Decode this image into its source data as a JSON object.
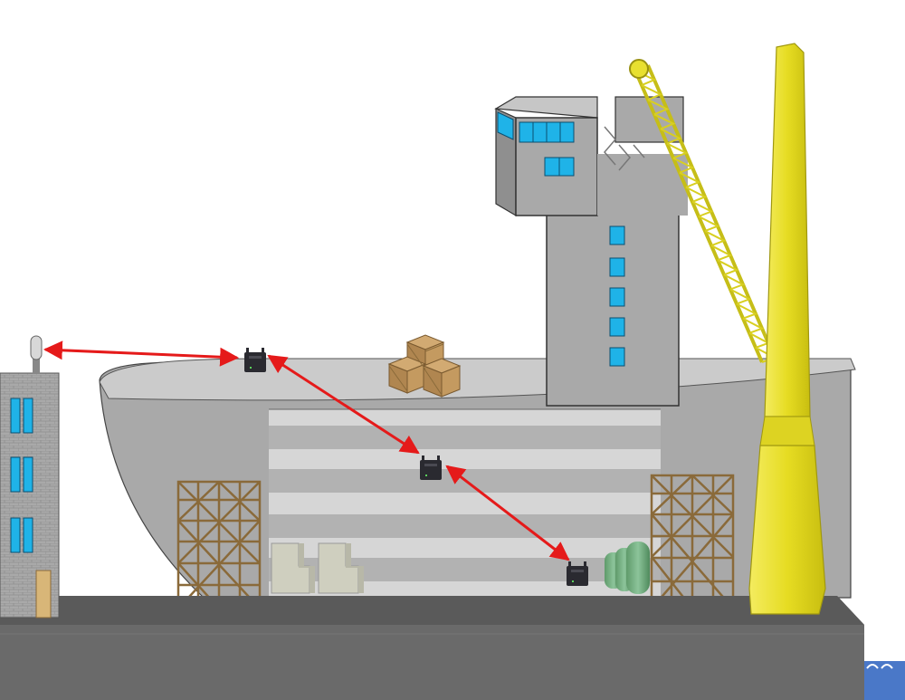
{
  "scene": {
    "links": [
      {
        "from": "mast-antenna",
        "to": "radio-unit-deck"
      },
      {
        "from": "radio-unit-deck",
        "to": "radio-unit-hull"
      },
      {
        "from": "radio-unit-hull",
        "to": "radio-unit-dock"
      }
    ],
    "radio_units": [
      "radio-unit-deck",
      "radio-unit-hull",
      "radio-unit-dock"
    ],
    "colors": {
      "link": "#e51a1a",
      "hull": "#a9a9a9",
      "deck": "#c8c8c8",
      "dock": "#666666",
      "crane": "#e8e030",
      "window": "#1fb3e8",
      "water": "#4a78c8",
      "building": "#a8a8a8",
      "scaffold": "#8a6a3a",
      "crate": "#b58a55",
      "radio": "#2a2a30"
    }
  }
}
